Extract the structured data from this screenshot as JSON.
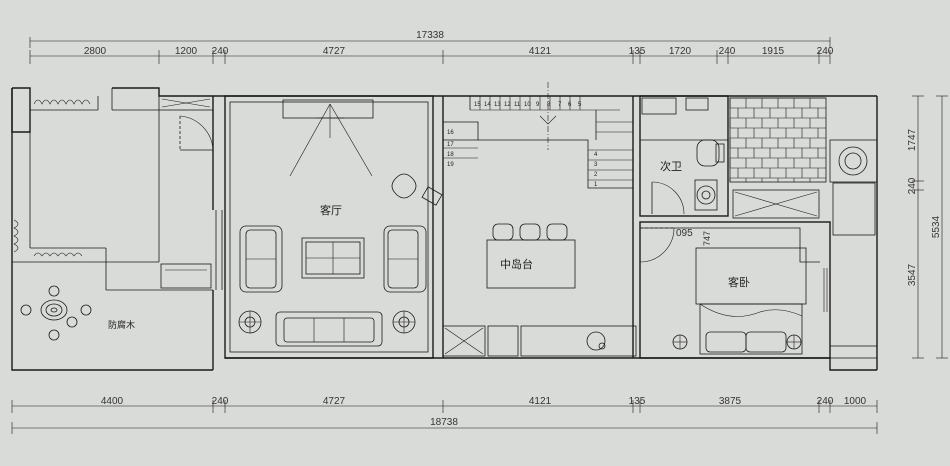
{
  "top_dims": {
    "overall": "17338",
    "segments": [
      "2800",
      "1200",
      "240",
      "4727",
      "4121",
      "135",
      "1720",
      "240",
      "1915",
      "240"
    ]
  },
  "bottom_dims": {
    "overall": "18738",
    "segments": [
      "4400",
      "240",
      "4727",
      "4121",
      "135",
      "3875",
      "240",
      "1000"
    ]
  },
  "right_dims": {
    "overall": "5534",
    "segments": [
      "1747",
      "240",
      "3547"
    ]
  },
  "rooms": {
    "living": "客厅",
    "island": "中岛台",
    "second_bath": "次卫",
    "guest_bedroom": "客卧",
    "terrace": "防腐木"
  },
  "inner_dims": [
    "095",
    "747"
  ],
  "stair_steps": [
    "15",
    "14",
    "13",
    "12",
    "11",
    "10",
    "9",
    "8",
    "7",
    "6",
    "5",
    "4",
    "3",
    "2",
    "1",
    "16",
    "17",
    "18",
    "19"
  ]
}
